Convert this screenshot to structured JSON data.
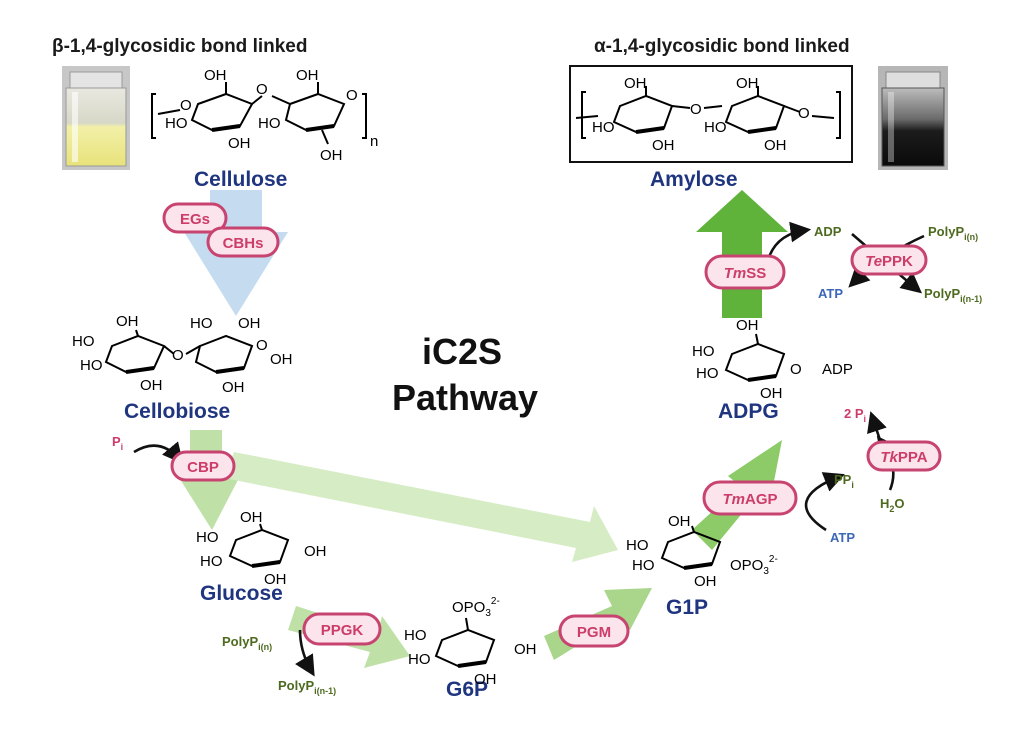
{
  "headers": {
    "left": "β-1,4-glycosidic bond linked",
    "right": "α-1,4-glycosidic bond linked"
  },
  "title": {
    "line1": "iC2S",
    "line2": "Pathway"
  },
  "compounds": {
    "cellulose": "Cellulose",
    "cellobiose": "Cellobiose",
    "glucose": "Glucose",
    "g6p": "G6P",
    "g1p": "G1P",
    "adpg": "ADPG",
    "amylose": "Amylose"
  },
  "enzymes": {
    "egs": "EGs",
    "cbhs": "CBHs",
    "cbp": "CBP",
    "ppgk": "PPGK",
    "pgm": "PGM",
    "tmagp_italic": "Tm",
    "tmagp_rest": "AGP",
    "tmss_italic": "Tm",
    "tmss_rest": "SS",
    "teppk_italic": "Te",
    "teppk_rest": "PPK",
    "tkppa_italic": "Tk",
    "tkppa_rest": "PPA"
  },
  "cofactors": {
    "pi": "P",
    "pi_sub": "i",
    "polyp": "PolyP",
    "polyp_n_sub": "i(n)",
    "polyp_n1_sub": "i(n-1)",
    "adp": "ADP",
    "atp": "ATP",
    "ppi": "PP",
    "ppi_sub": "i",
    "h2o_h": "H",
    "h2o_2": "2",
    "h2o_o": "O",
    "two_pi": "2 P",
    "two_pi_sub": "i"
  },
  "chem": {
    "oh": "OH",
    "ho": "HO",
    "o": "O",
    "adp": "ADP",
    "opo3": "OPO",
    "po3": "PO",
    "sub3": "3",
    "sup2": "2-",
    "n": "n"
  },
  "colors": {
    "compound_text": "#1f3580",
    "enzyme_text": "#cc3d6a",
    "enzyme_border": "#c84470",
    "enzyme_fill": "#fbe4ec",
    "arrow_green_light": "#cfe8b8",
    "arrow_green": "#a9d68a",
    "arrow_green_dark": "#6cbc45",
    "arrow_blue": "#c5dcf0",
    "cofactor_green": "#4d6a1e",
    "cofactor_blue": "#3c66b8"
  },
  "icons": {
    "vial_left": "vial-yellow-suspension",
    "vial_right": "vial-dark-solution"
  }
}
